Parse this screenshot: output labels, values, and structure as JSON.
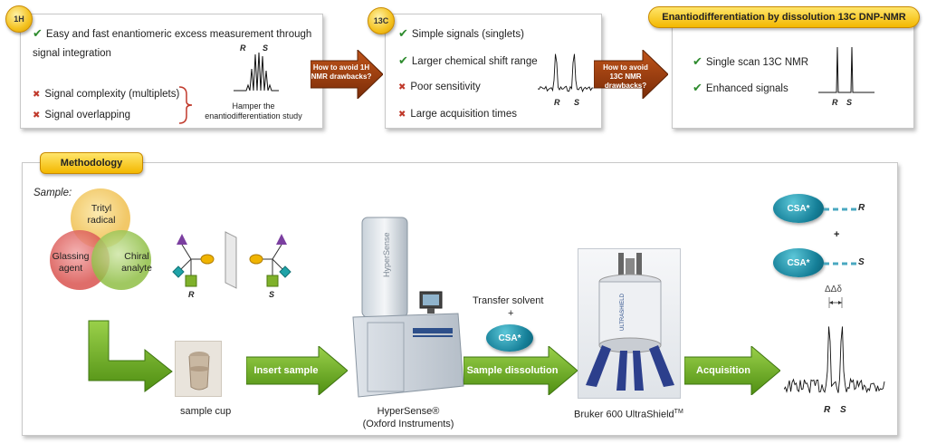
{
  "panel1": {
    "badge": "1H",
    "line1a": "Easy and fast enantiomeric excess  measurement through",
    "line1b": "signal integration",
    "neg1": "Signal complexity (multiplets)",
    "neg2": "Signal overlapping",
    "note": "Hamper the enantiodifferentiation study",
    "r": "R",
    "s": "S"
  },
  "arrow1": {
    "label": "How to avoid 1H NMR drawbacks?"
  },
  "panel2": {
    "badge": "13C",
    "pos1": "Simple signals (singlets)",
    "pos2": "Larger chemical shift range",
    "neg1": "Poor sensitivity",
    "neg2": "Large acquisition times",
    "r": "R",
    "s": "S"
  },
  "arrow2": {
    "label": "How to avoid 13C NMR drawbacks?"
  },
  "panel3": {
    "title": "Enantiodifferentiation by dissolution 13C DNP-NMR",
    "pos1": "Single scan 13C NMR",
    "pos2": "Enhanced signals",
    "r": "R",
    "s": "S"
  },
  "methodology": {
    "title": "Methodology",
    "sample_label": "Sample:",
    "venn": {
      "a": "Trityl radical",
      "b": "Glassing agent",
      "c": "Chiral analyte"
    },
    "mol_r": "R",
    "mol_s": "S",
    "sample_cup": "sample cup",
    "insert": "Insert sample",
    "hypersense_l1": "HyperSense®",
    "hypersense_l2": "(Oxford Instruments)",
    "transfer": "Transfer solvent",
    "plus": "+",
    "csa": "CSA*",
    "dissolution": "Sample dissolution",
    "bruker": "Bruker 600 UltraShield",
    "tm": "TM",
    "acquisition": "Acquisition",
    "right_r": "R",
    "right_s": "S",
    "right_plus": "+",
    "ddelta": "ΔΔδ",
    "spec_r": "R",
    "spec_s": "S"
  },
  "colors": {
    "accent_gold": "#f3b800",
    "arrow_brown": "#8b3a0e",
    "arrow_green": "#6fae1f",
    "csa_teal": "#157f98"
  }
}
